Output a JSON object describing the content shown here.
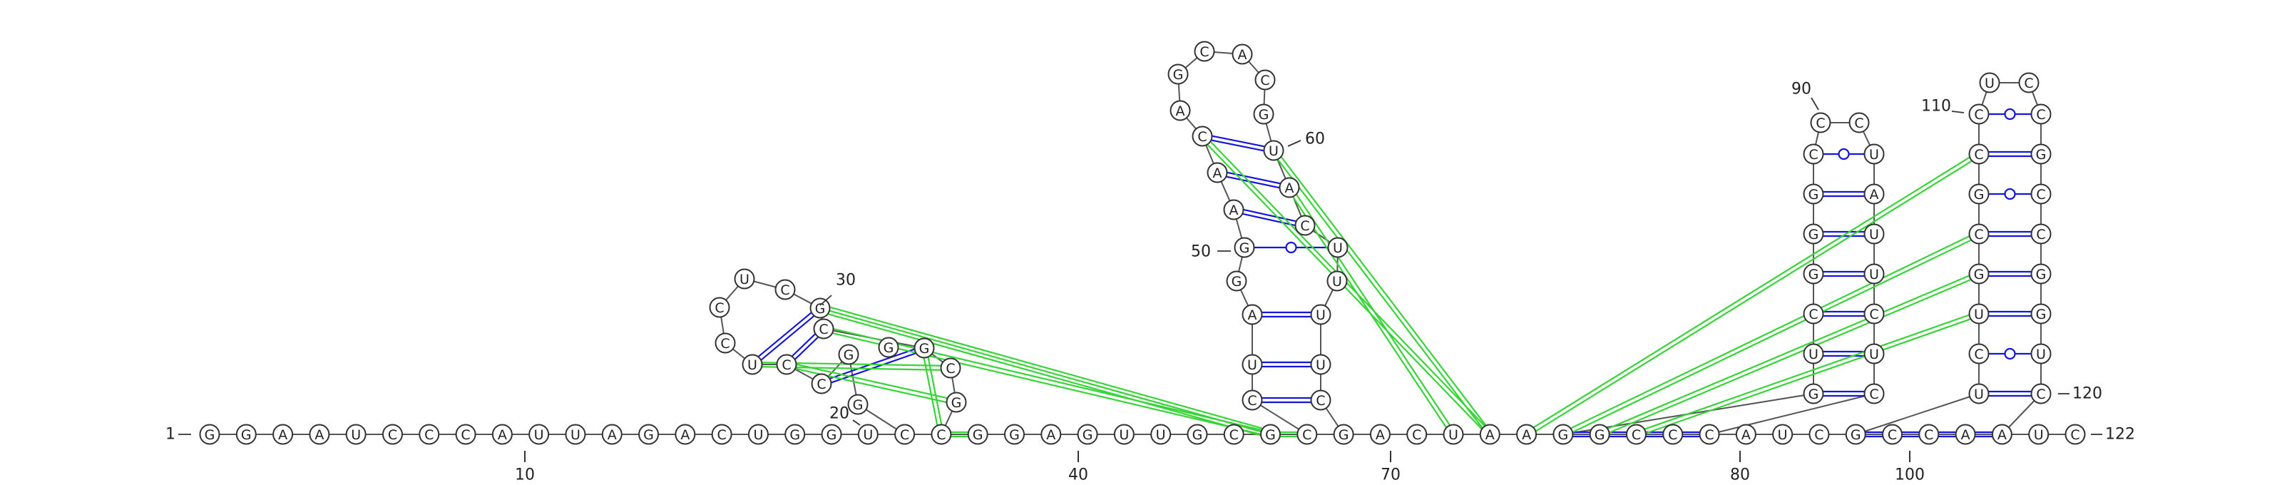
{
  "sequence": "GGAAUCCCAUUAGACUGGUCGGAGUUGCGCGACUAAGGCCCAUCGCCAAUC",
  "strand_labels": {
    "start": "1",
    "end": "122"
  },
  "position_labels": [
    "20",
    "30",
    "50",
    "60",
    "90",
    "110",
    "120"
  ],
  "axis_labels": [
    "10",
    "40",
    "70",
    "80",
    "100"
  ],
  "nucleotides": {
    "baseline": "GGAAUCCCAUUAGACUGGUCCGGAGUUGCGCGACUAAGGCCCAUCGCCAAUC",
    "hairpin_1": "GCUCCUCCGGCG",
    "hairpin_2_stem_5p": "CUAGGAAC",
    "hairpin_2_loop": "AGCACG",
    "hairpin_2_stem_3p": "CUUUUCAU",
    "hairpin_3": "GUCGGGCCCUAUUCUCUGGCGCCGGA",
    "hairpin_4": "UCUGCGCCGGUC"
  },
  "colors": {
    "canonical_pair": "#1515dd",
    "gu_pair": "#1515dd",
    "pseudoknot": "#36d436",
    "backbone": "#555555"
  }
}
